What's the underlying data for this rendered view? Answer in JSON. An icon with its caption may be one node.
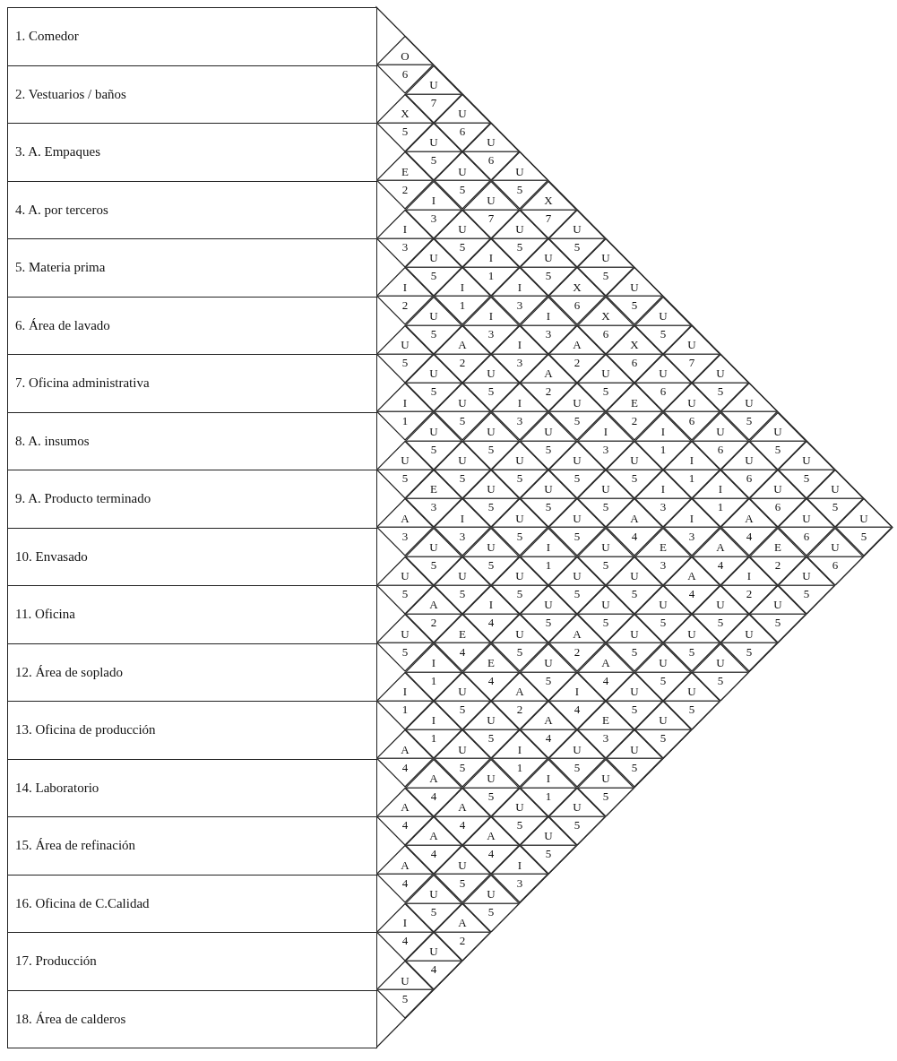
{
  "diagram": {
    "nodes": [
      {
        "text": [
          "1. Comedor"
        ]
      },
      {
        "text": [
          "2. Vestuarios / baños"
        ]
      },
      {
        "text": [
          "3. A. Empaques"
        ]
      },
      {
        "text": [
          "4. A. por terceros"
        ]
      },
      {
        "text": [
          "5. Materia prima"
        ]
      },
      {
        "text": [
          "6. Área de lavado"
        ]
      },
      {
        "text": [
          "7. Oficina administrativa"
        ]
      },
      {
        "text": [
          "8. A. insumos"
        ]
      },
      {
        "text": [
          "9. A. Producto terminado"
        ]
      },
      {
        "text": [
          "10. Envasado"
        ]
      },
      {
        "text": [
          "11. Oficina"
        ]
      },
      {
        "text": [
          "12. Área de soplado"
        ]
      },
      {
        "text": [
          "13. Oficina de producción"
        ]
      },
      {
        "text": [
          "14. Laboratorio"
        ]
      },
      {
        "text": [
          "15. Área de refinación"
        ]
      },
      {
        "text": [
          "16. Oficina de C.Calidad"
        ]
      },
      {
        "text": [
          "17. Producción"
        ]
      },
      {
        "text": [
          "18. Área de calderos"
        ]
      },
      {
        "text": [
          "O",
          "6"
        ]
      },
      {
        "text": [
          "U",
          "7"
        ]
      },
      {
        "text": [
          "X",
          "5"
        ]
      },
      {
        "text": [
          "U",
          "6"
        ]
      },
      {
        "text": [
          "U",
          "5"
        ]
      },
      {
        "text": [
          "U",
          "6"
        ]
      },
      {
        "text": [
          "E",
          "2"
        ]
      },
      {
        "text": [
          "U",
          "5"
        ]
      },
      {
        "text": [
          "U",
          "5"
        ]
      },
      {
        "text": [
          "I",
          "3"
        ]
      },
      {
        "text": [
          "U",
          "7"
        ]
      },
      {
        "text": [
          "X",
          "7"
        ]
      },
      {
        "text": [
          "I",
          "3"
        ]
      },
      {
        "text": [
          "U",
          "5"
        ]
      },
      {
        "text": [
          "U",
          "5"
        ]
      },
      {
        "text": [
          "U",
          "5"
        ]
      },
      {
        "text": [
          "U",
          "5"
        ]
      },
      {
        "text": [
          "I",
          "1"
        ]
      },
      {
        "text": [
          "U",
          "5"
        ]
      },
      {
        "text": [
          "U",
          "5"
        ]
      },
      {
        "text": [
          "I",
          "2"
        ]
      },
      {
        "text": [
          "I",
          "1"
        ]
      },
      {
        "text": [
          "I",
          "3"
        ]
      },
      {
        "text": [
          "X",
          "6"
        ]
      },
      {
        "text": [
          "U",
          "5"
        ]
      },
      {
        "text": [
          "U",
          "5"
        ]
      },
      {
        "text": [
          "I",
          "3"
        ]
      },
      {
        "text": [
          "I",
          "3"
        ]
      },
      {
        "text": [
          "X",
          "6"
        ]
      },
      {
        "text": [
          "U",
          "5"
        ]
      },
      {
        "text": [
          "U",
          "5"
        ]
      },
      {
        "text": [
          "A",
          "2"
        ]
      },
      {
        "text": [
          "I",
          "3"
        ]
      },
      {
        "text": [
          "A",
          "2"
        ]
      },
      {
        "text": [
          "X",
          "6"
        ]
      },
      {
        "text": [
          "U",
          "7"
        ]
      },
      {
        "text": [
          "U",
          "5"
        ]
      },
      {
        "text": [
          "U",
          "5"
        ]
      },
      {
        "text": [
          "A",
          "2"
        ]
      },
      {
        "text": [
          "U",
          "5"
        ]
      },
      {
        "text": [
          "U",
          "6"
        ]
      },
      {
        "text": [
          "U",
          "5"
        ]
      },
      {
        "text": [
          "I",
          "1"
        ]
      },
      {
        "text": [
          "U",
          "5"
        ]
      },
      {
        "text": [
          "I",
          "3"
        ]
      },
      {
        "text": [
          "U",
          "5"
        ]
      },
      {
        "text": [
          "E",
          "2"
        ]
      },
      {
        "text": [
          "U",
          "6"
        ]
      },
      {
        "text": [
          "U",
          "5"
        ]
      },
      {
        "text": [
          "U",
          "5"
        ]
      },
      {
        "text": [
          "U",
          "5"
        ]
      },
      {
        "text": [
          "U",
          "5"
        ]
      },
      {
        "text": [
          "I",
          "3"
        ]
      },
      {
        "text": [
          "I",
          "1"
        ]
      },
      {
        "text": [
          "U",
          "6"
        ]
      },
      {
        "text": [
          "U",
          "5"
        ]
      },
      {
        "text": [
          "U",
          "5"
        ]
      },
      {
        "text": [
          "U",
          "5"
        ]
      },
      {
        "text": [
          "U",
          "5"
        ]
      },
      {
        "text": [
          "U",
          "5"
        ]
      },
      {
        "text": [
          "U",
          "5"
        ]
      },
      {
        "text": [
          "I",
          "1"
        ]
      },
      {
        "text": [
          "U",
          "6"
        ]
      },
      {
        "text": [
          "U",
          "5"
        ]
      },
      {
        "text": [
          "E",
          "3"
        ]
      },
      {
        "text": [
          "U",
          "5"
        ]
      },
      {
        "text": [
          "U",
          "5"
        ]
      },
      {
        "text": [
          "U",
          "5"
        ]
      },
      {
        "text": [
          "I",
          "3"
        ]
      },
      {
        "text": [
          "I",
          "1"
        ]
      },
      {
        "text": [
          "U",
          "6"
        ]
      },
      {
        "text": [
          "U",
          "5"
        ]
      },
      {
        "text": [
          "A",
          "3"
        ]
      },
      {
        "text": [
          "I",
          "3"
        ]
      },
      {
        "text": [
          "U",
          "5"
        ]
      },
      {
        "text": [
          "U",
          "5"
        ]
      },
      {
        "text": [
          "A",
          "4"
        ]
      },
      {
        "text": [
          "I",
          "3"
        ]
      },
      {
        "text": [
          "A",
          "4"
        ]
      },
      {
        "text": [
          "U",
          "6"
        ]
      },
      {
        "text": [
          "U",
          "5"
        ]
      },
      {
        "text": [
          "U",
          "5"
        ]
      },
      {
        "text": [
          "U",
          "5"
        ]
      },
      {
        "text": [
          "I",
          "1"
        ]
      },
      {
        "text": [
          "U",
          "5"
        ]
      },
      {
        "text": [
          "E",
          "3"
        ]
      },
      {
        "text": [
          "A",
          "4"
        ]
      },
      {
        "text": [
          "E",
          "2"
        ]
      },
      {
        "text": [
          "U",
          "6"
        ]
      },
      {
        "text": [
          "U",
          "5"
        ]
      },
      {
        "text": [
          "U",
          "5"
        ]
      },
      {
        "text": [
          "U",
          "5"
        ]
      },
      {
        "text": [
          "U",
          "5"
        ]
      },
      {
        "text": [
          "U",
          "5"
        ]
      },
      {
        "text": [
          "A",
          "4"
        ]
      },
      {
        "text": [
          "I",
          "2"
        ]
      },
      {
        "text": [
          "U",
          "5"
        ]
      },
      {
        "text": [
          "A",
          "2"
        ]
      },
      {
        "text": [
          "I",
          "4"
        ]
      },
      {
        "text": [
          "U",
          "5"
        ]
      },
      {
        "text": [
          "U",
          "5"
        ]
      },
      {
        "text": [
          "U",
          "5"
        ]
      },
      {
        "text": [
          "U",
          "5"
        ]
      },
      {
        "text": [
          "U",
          "5"
        ]
      },
      {
        "text": [
          "U",
          "5"
        ]
      },
      {
        "text": [
          "E",
          "4"
        ]
      },
      {
        "text": [
          "U",
          "5"
        ]
      },
      {
        "text": [
          "A",
          "2"
        ]
      },
      {
        "text": [
          "U",
          "5"
        ]
      },
      {
        "text": [
          "U",
          "5"
        ]
      },
      {
        "text": [
          "U",
          "5"
        ]
      },
      {
        "text": [
          "I",
          "1"
        ]
      },
      {
        "text": [
          "E",
          "4"
        ]
      },
      {
        "text": [
          "U",
          "5"
        ]
      },
      {
        "text": [
          "A",
          "4"
        ]
      },
      {
        "text": [
          "U",
          "5"
        ]
      },
      {
        "text": [
          "U",
          "5"
        ]
      },
      {
        "text": [
          "I",
          "1"
        ]
      },
      {
        "text": [
          "U",
          "5"
        ]
      },
      {
        "text": [
          "A",
          "2"
        ]
      },
      {
        "text": [
          "I",
          "4"
        ]
      },
      {
        "text": [
          "U",
          "5"
        ]
      },
      {
        "text": [
          "U",
          "5"
        ]
      },
      {
        "text": [
          "I",
          "1"
        ]
      },
      {
        "text": [
          "U",
          "5"
        ]
      },
      {
        "text": [
          "A",
          "4"
        ]
      },
      {
        "text": [
          "E",
          "3"
        ]
      },
      {
        "text": [
          "U",
          "5"
        ]
      },
      {
        "text": [
          "A",
          "4"
        ]
      },
      {
        "text": [
          "U",
          "5"
        ]
      },
      {
        "text": [
          "I",
          "1"
        ]
      },
      {
        "text": [
          "U",
          "5"
        ]
      },
      {
        "text": [
          "U",
          "5"
        ]
      },
      {
        "text": [
          "A",
          "4"
        ]
      },
      {
        "text": [
          "U",
          "5"
        ]
      },
      {
        "text": [
          "I",
          "1"
        ]
      },
      {
        "text": [
          "U",
          "5"
        ]
      },
      {
        "text": [
          "A",
          "4"
        ]
      },
      {
        "text": [
          "A",
          "4"
        ]
      },
      {
        "text": [
          "U",
          "5"
        ]
      },
      {
        "text": [
          "U",
          "5"
        ]
      },
      {
        "text": [
          "A",
          "4"
        ]
      },
      {
        "text": [
          "A",
          "4"
        ]
      },
      {
        "text": [
          "U",
          "5"
        ]
      },
      {
        "text": [
          "A",
          "4"
        ]
      },
      {
        "text": [
          "U",
          "5"
        ]
      },
      {
        "text": [
          "I",
          "3"
        ]
      },
      {
        "text": [
          "U",
          "5"
        ]
      },
      {
        "text": [
          "U",
          "5"
        ]
      },
      {
        "text": [
          "I",
          "4"
        ]
      },
      {
        "text": [
          "A",
          "2"
        ]
      },
      {
        "text": [
          "U",
          "4"
        ]
      },
      {
        "text": [
          "U",
          "5"
        ]
      }
    ]
  }
}
